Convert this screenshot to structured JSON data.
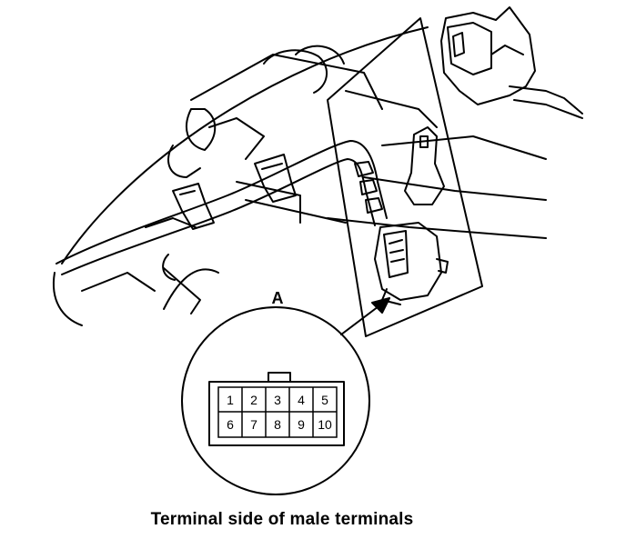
{
  "callout": {
    "letter": "A"
  },
  "connector": {
    "pins_top": [
      "1",
      "2",
      "3",
      "4",
      "5"
    ],
    "pins_bottom": [
      "6",
      "7",
      "8",
      "9",
      "10"
    ]
  },
  "caption": "Terminal side of male terminals"
}
